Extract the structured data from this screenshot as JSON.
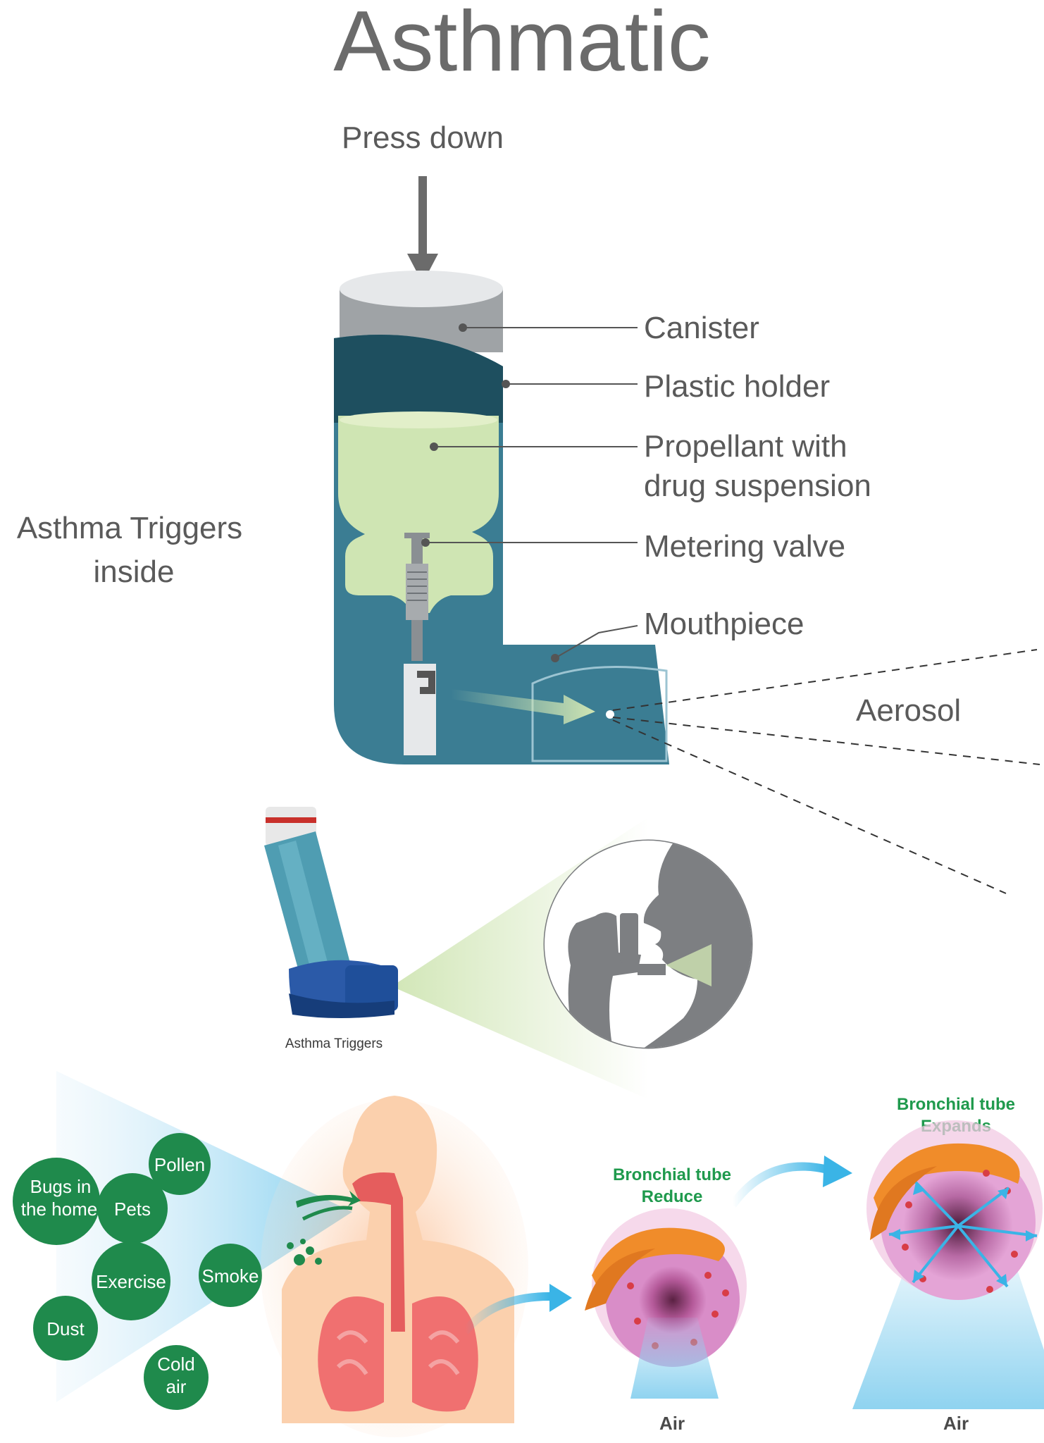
{
  "title": "Asthmatic",
  "press_label": "Press down",
  "labels": {
    "canister": "Canister",
    "plastic_holder": "Plastic holder",
    "propellant_line1": "Propellant with",
    "propellant_line2": "drug suspension",
    "metering_valve": "Metering valve",
    "mouthpiece": "Mouthpiece",
    "aerosol": "Aerosol"
  },
  "side_label": {
    "line1": "Asthma Triggers",
    "line2": "inside"
  },
  "inhaler_caption": "Asthma Triggers",
  "triggers": [
    {
      "line1": "Bugs in",
      "line2": "the home"
    },
    {
      "line1": "Pollen",
      "line2": ""
    },
    {
      "line1": "Pets",
      "line2": ""
    },
    {
      "line1": "Exercise",
      "line2": ""
    },
    {
      "line1": "Smoke",
      "line2": ""
    },
    {
      "line1": "Dust",
      "line2": ""
    },
    {
      "line1": "Cold",
      "line2": "air"
    }
  ],
  "bronchial": {
    "reduce": {
      "line1": "Bronchial tube",
      "line2": "Reduce",
      "air": "Air"
    },
    "expand": {
      "line1": "Bronchial tube",
      "line2": "Expands",
      "air": "Air"
    }
  },
  "colors": {
    "holder_dark": "#1e4f5f",
    "holder": "#3b7d93",
    "propellant": "#cfe5b3",
    "trigger_green": "#1f8a4c",
    "arrow_blue": "#3ab4e6",
    "body_peach": "#fbc9a3",
    "airway_red": "#e55d5d"
  }
}
